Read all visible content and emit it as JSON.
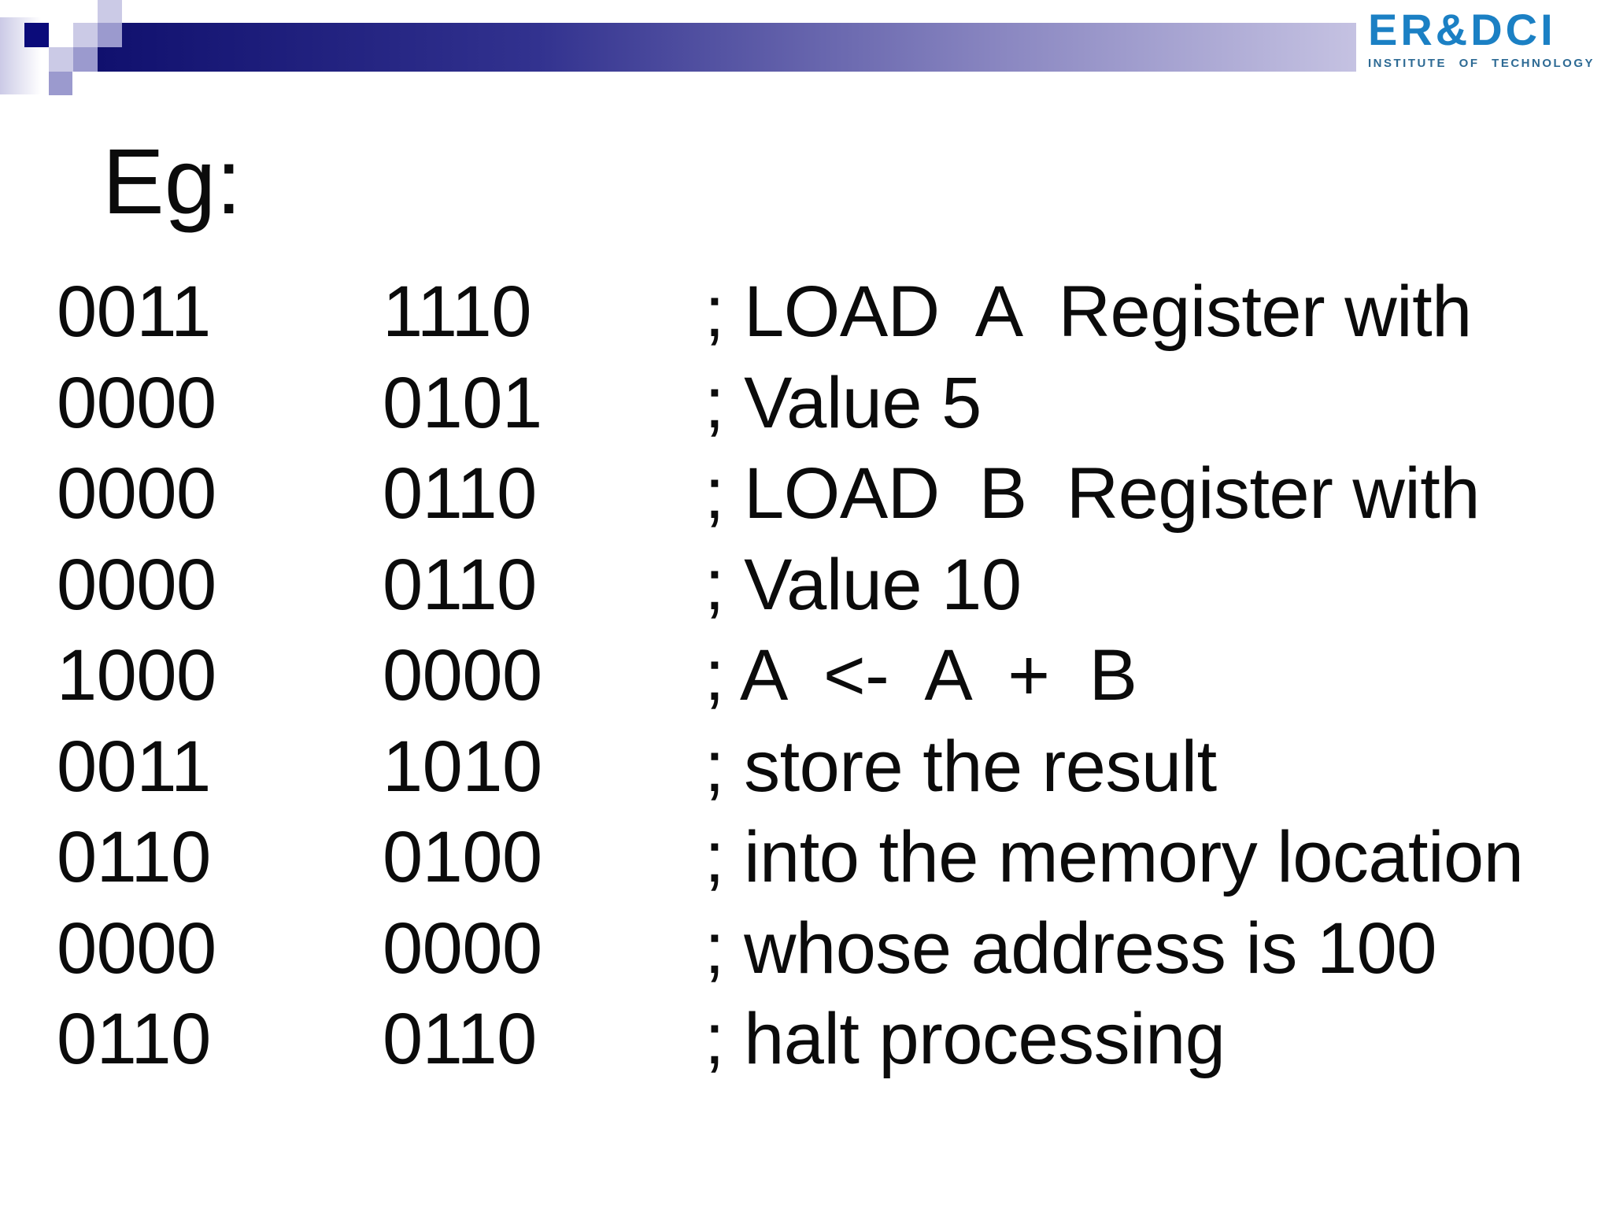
{
  "slide": {
    "title": "Eg:"
  },
  "header": {
    "logo": {
      "name": "ER&DCI",
      "subtitle": "INSTITUTE OF TECHNOLOGY"
    }
  },
  "program": {
    "rows": [
      {
        "opcode": "0011",
        "operand": "1110",
        "comment": "; LOAD  A  Register with"
      },
      {
        "opcode": "0000",
        "operand": "0101",
        "comment": "; Value 5"
      },
      {
        "opcode": "0000",
        "operand": "0110",
        "comment": "; LOAD  B  Register with"
      },
      {
        "opcode": "0000",
        "operand": "0110",
        "comment": "; Value 10"
      },
      {
        "opcode": "1000",
        "operand": "0000",
        "comment": "; A  <-  A  +  B"
      },
      {
        "opcode": "0011",
        "operand": "1010",
        "comment": "; store the result"
      },
      {
        "opcode": "0110",
        "operand": "0100",
        "comment": "; into the memory location"
      },
      {
        "opcode": "0000",
        "operand": "0000",
        "comment": "; whose address is 100"
      },
      {
        "opcode": "0110",
        "operand": "0110",
        "comment": "; halt processing"
      }
    ]
  },
  "theme": {
    "bar_gradient_start": "#10106e",
    "bar_gradient_mid": "#32328f",
    "bar_gradient_late": "#8a87c1",
    "bar_gradient_end": "#c5c2e2",
    "navy_square": "#0b0b7a",
    "lavender_square": "#cbcae6",
    "purple_square": "#9b9ace",
    "logo_blue": "#1b80c4",
    "logo_subtitle_blue": "#2d6a94",
    "text_color": "#0b0b0b"
  }
}
